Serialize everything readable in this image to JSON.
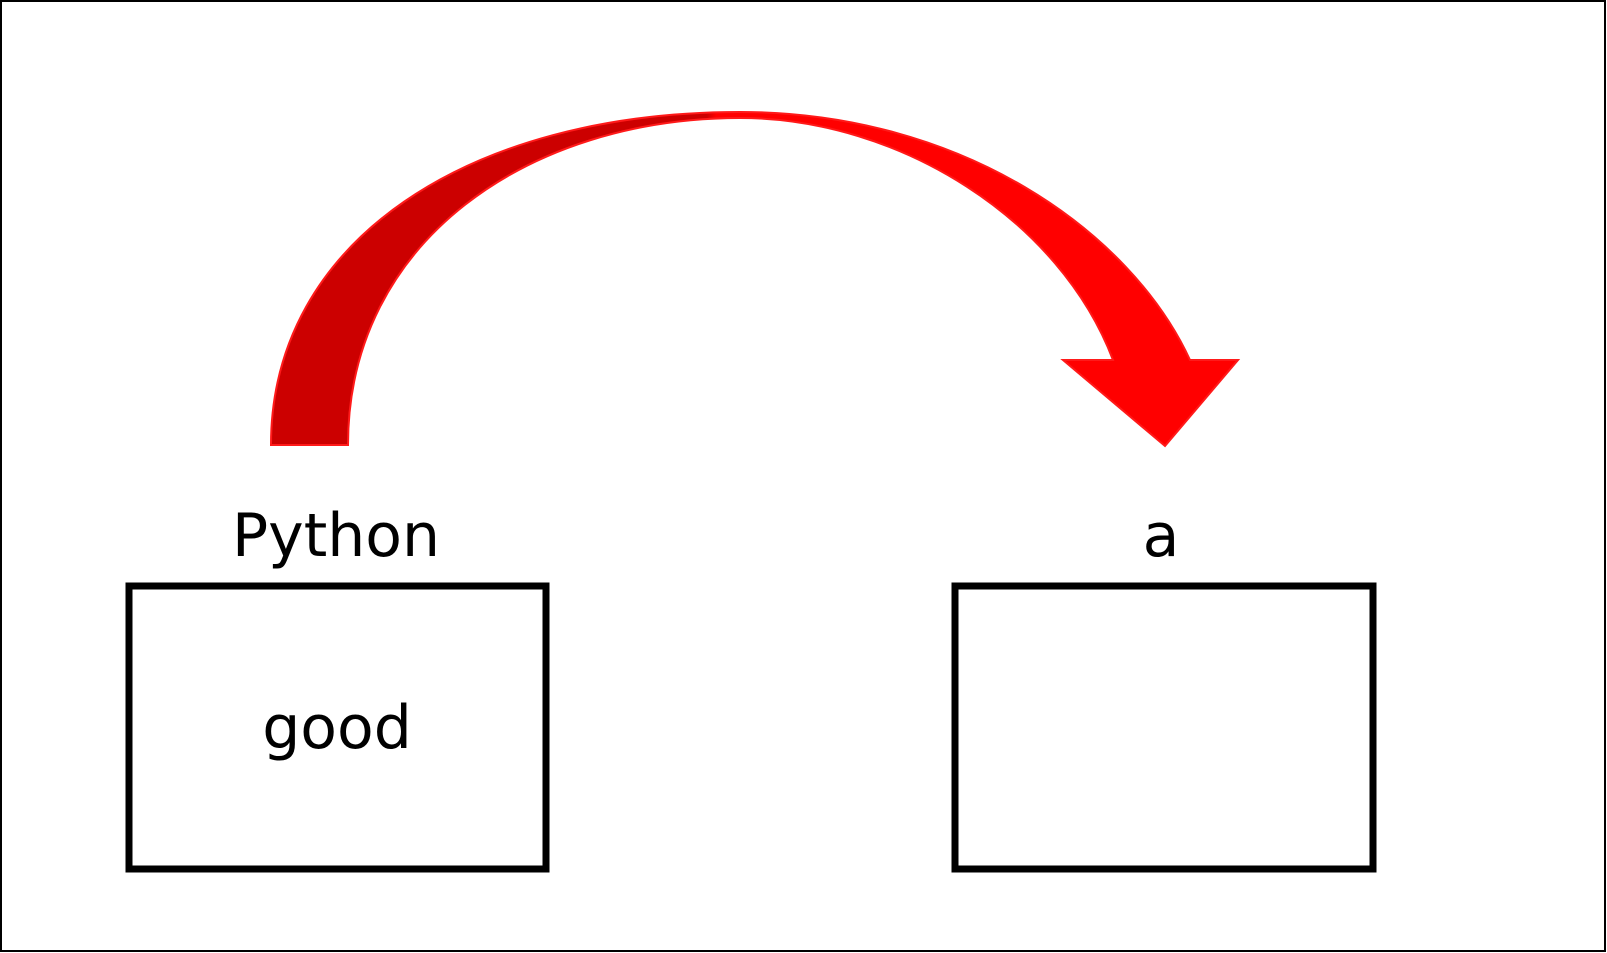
{
  "diagram": {
    "left_variable": {
      "name": "Python",
      "value": "good"
    },
    "right_variable": {
      "name": "a",
      "value": ""
    }
  },
  "colors": {
    "arrow_dark": "#cc0000",
    "arrow_bright": "#ff0000",
    "box_border": "#000000",
    "frame_border": "#000000"
  }
}
